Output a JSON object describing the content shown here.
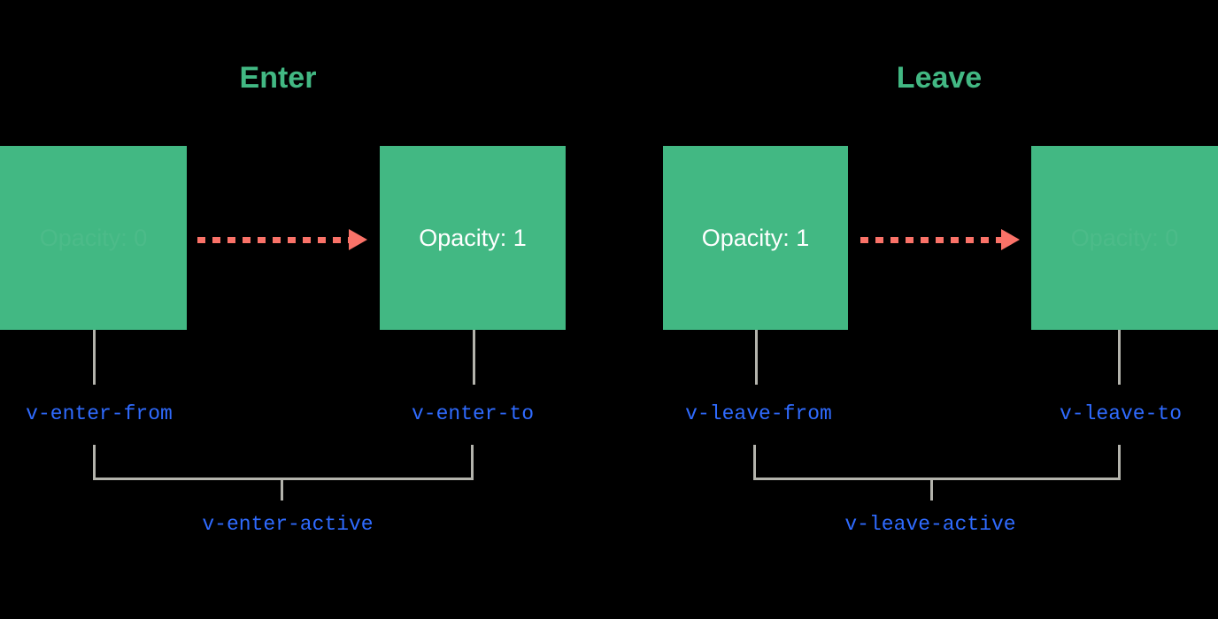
{
  "diagram": {
    "background_color": "#000000",
    "box_color": "#42b883",
    "arrow_color": "#fa7268",
    "label_color": "#2f6bff",
    "connector_color": "#b3b3ac",
    "heading_color": "#42b883",
    "phases": [
      {
        "id": "enter",
        "title": "Enter",
        "from_box": {
          "label": "Opacity: 0",
          "faded": true
        },
        "to_box": {
          "label": "Opacity: 1",
          "faded": false
        },
        "from_class": "v-enter-from",
        "to_class": "v-enter-to",
        "active_class": "v-enter-active"
      },
      {
        "id": "leave",
        "title": "Leave",
        "from_box": {
          "label": "Opacity: 1",
          "faded": false
        },
        "to_box": {
          "label": "Opacity: 0",
          "faded": true
        },
        "from_class": "v-leave-from",
        "to_class": "v-leave-to",
        "active_class": "v-leave-active"
      }
    ]
  }
}
